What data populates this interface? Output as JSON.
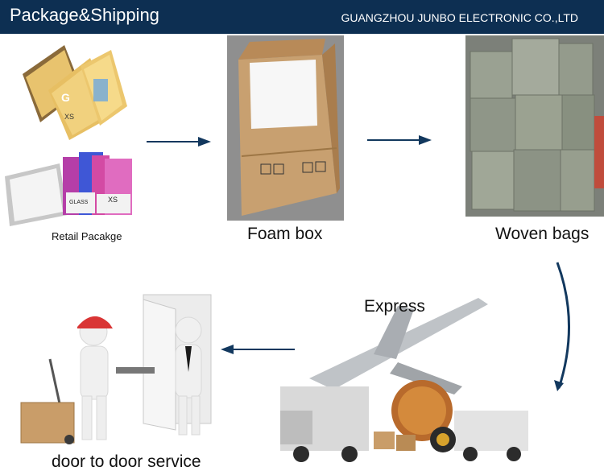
{
  "header": {
    "title": "Package&Shipping",
    "company": "GUANGZHOU JUNBO ELECTRONIC CO.,LTD"
  },
  "steps": {
    "retail": "Retail Pacakge",
    "foam": "Foam box",
    "woven": "Woven bags",
    "express": "Express",
    "door": "door to door service"
  },
  "product_text": {
    "glass": "GLASS",
    "xs": "XS",
    "box_letter": "G"
  },
  "colors": {
    "header_bg": "#0d2f52",
    "arrow": "#12385e",
    "cardboard": "#c99d69",
    "woven": "#8d9587"
  }
}
